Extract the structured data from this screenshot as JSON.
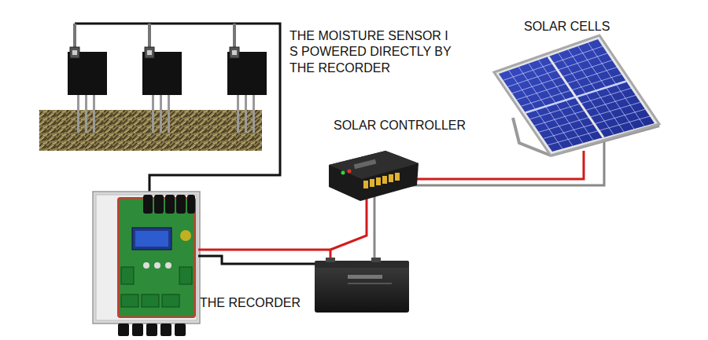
{
  "diagram": {
    "labels": [
      "THE MOISTURE SENSOR I S POWERED DIRECTLY BY THE RECORDER",
      "SOLAR CELLS",
      "SOLAR CONTROLLER",
      "THE RECORDER"
    ]
  }
}
